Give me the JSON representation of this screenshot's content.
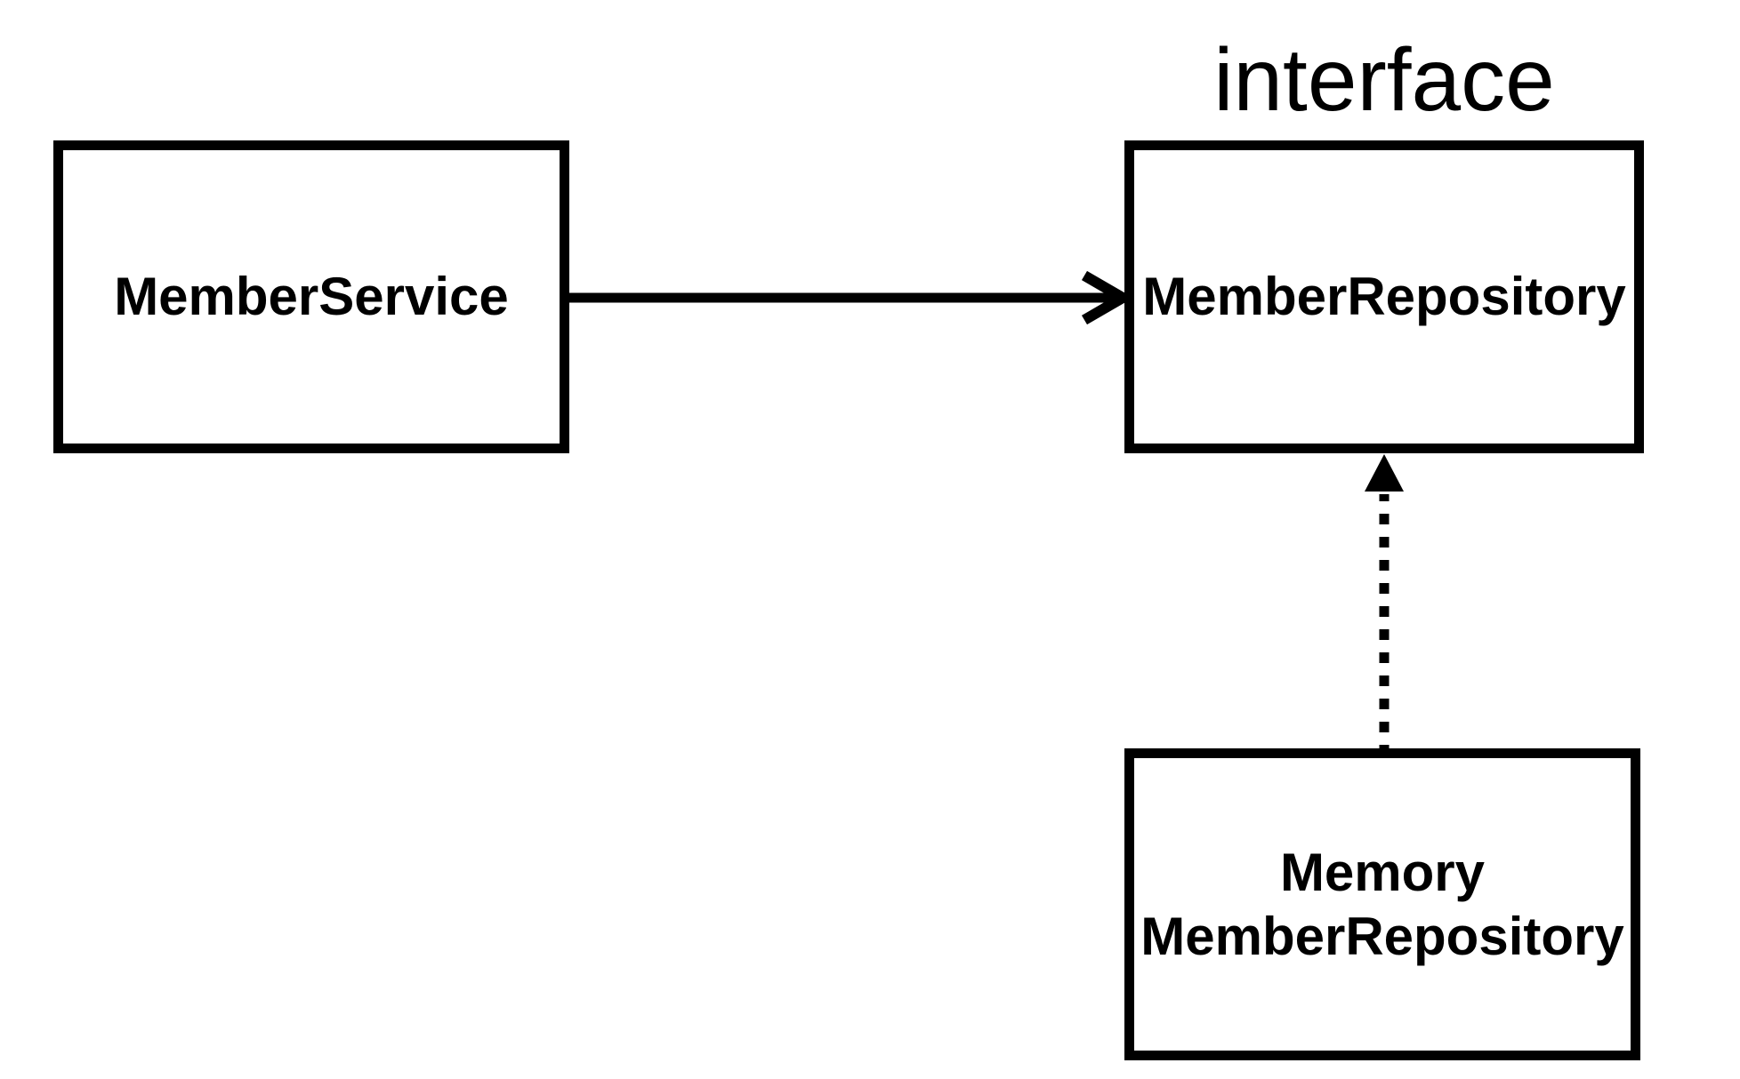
{
  "diagram": {
    "background_color": "#ffffff",
    "stroke_color": "#000000",
    "text_color": "#000000",
    "nodes": {
      "member_service": {
        "label": "MemberService"
      },
      "member_repository": {
        "label": "MemberRepository",
        "stereotype": "interface"
      },
      "memory_member_repository": {
        "label": "Memory\nMemberRepository"
      }
    },
    "edges": [
      {
        "from": "MemberService",
        "to": "MemberRepository",
        "line_style": "solid",
        "arrowhead": "open-chevron",
        "direction": "left-to-right"
      },
      {
        "from": "MemoryMemberRepository",
        "to": "MemberRepository",
        "line_style": "dashed",
        "arrowhead": "filled-triangle",
        "direction": "bottom-to-top"
      }
    ]
  }
}
